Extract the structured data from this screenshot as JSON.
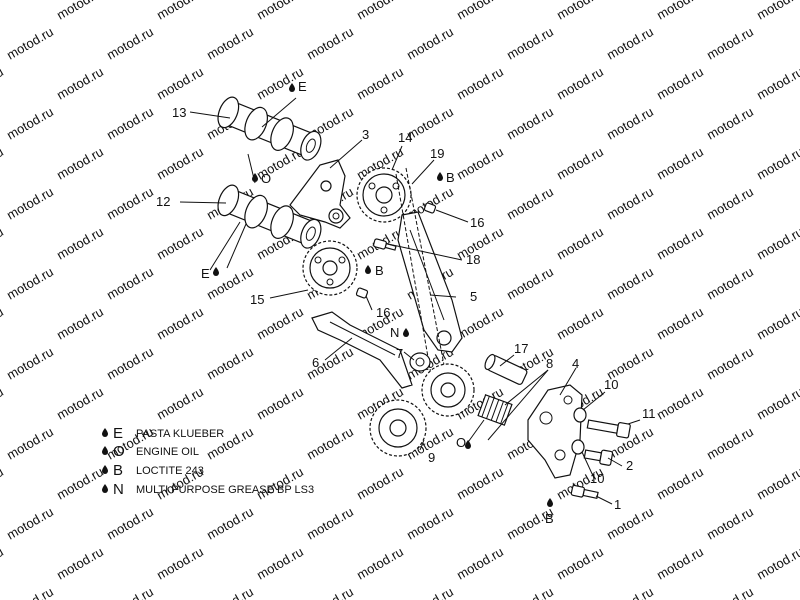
{
  "watermark": "motod.ru",
  "callouts": [
    {
      "id": "13",
      "text": "13"
    },
    {
      "id": "12",
      "text": "12"
    },
    {
      "id": "3",
      "text": "3"
    },
    {
      "id": "14",
      "text": "14"
    },
    {
      "id": "19",
      "text": "19"
    },
    {
      "id": "16a",
      "text": "16"
    },
    {
      "id": "16b",
      "text": "16"
    },
    {
      "id": "18",
      "text": "18"
    },
    {
      "id": "5",
      "text": "5"
    },
    {
      "id": "15",
      "text": "15"
    },
    {
      "id": "6",
      "text": "6"
    },
    {
      "id": "7",
      "text": "7"
    },
    {
      "id": "17",
      "text": "17"
    },
    {
      "id": "8",
      "text": "8"
    },
    {
      "id": "4",
      "text": "4"
    },
    {
      "id": "10a",
      "text": "10"
    },
    {
      "id": "10b",
      "text": "10"
    },
    {
      "id": "11",
      "text": "11"
    },
    {
      "id": "9",
      "text": "9"
    },
    {
      "id": "2",
      "text": "2"
    },
    {
      "id": "1",
      "text": "1"
    }
  ],
  "markers": [
    {
      "id": "E-cam13",
      "text": "E"
    },
    {
      "id": "O-cam",
      "text": "O"
    },
    {
      "id": "E-cam12",
      "text": "E"
    },
    {
      "id": "B-19",
      "text": "B"
    },
    {
      "id": "B-15",
      "text": "B"
    },
    {
      "id": "N-7",
      "text": "N"
    },
    {
      "id": "O-8",
      "text": "O"
    },
    {
      "id": "B-1",
      "text": "B"
    }
  ],
  "legend": [
    {
      "letter": "E",
      "text": "PASTA KLUEBER"
    },
    {
      "letter": "O",
      "text": "ENGINE OIL"
    },
    {
      "letter": "B",
      "text": "LOCTITE 243"
    },
    {
      "letter": "N",
      "text": "MULTI PURPOSE GREASE BP LS3"
    }
  ]
}
